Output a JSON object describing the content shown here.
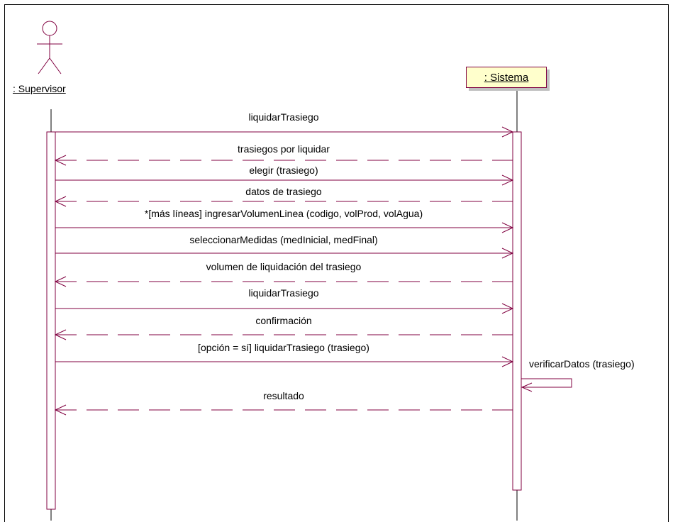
{
  "participants": {
    "supervisor": ": Supervisor",
    "sistema": ": Sistema"
  },
  "messages": [
    {
      "text": "liquidarTrasiego",
      "kind": "call",
      "dir": "right"
    },
    {
      "text": "trasiegos por liquidar",
      "kind": "return",
      "dir": "left"
    },
    {
      "text": "elegir (trasiego)",
      "kind": "call",
      "dir": "right"
    },
    {
      "text": "datos de trasiego",
      "kind": "return",
      "dir": "left"
    },
    {
      "text": "*[más líneas] ingresarVolumenLinea (codigo, volProd, volAgua)",
      "kind": "call",
      "dir": "right"
    },
    {
      "text": "seleccionarMedidas (medInicial, medFinal)",
      "kind": "call",
      "dir": "right"
    },
    {
      "text": "volumen de liquidación del trasiego",
      "kind": "return",
      "dir": "left"
    },
    {
      "text": "liquidarTrasiego",
      "kind": "call",
      "dir": "right"
    },
    {
      "text": "confirmación",
      "kind": "return",
      "dir": "left"
    },
    {
      "text": "[opción = sí] liquidarTrasiego (trasiego)",
      "kind": "call",
      "dir": "right"
    },
    {
      "text": "resultado",
      "kind": "return",
      "dir": "left"
    }
  ],
  "self_message": {
    "text": "verificarDatos (trasiego)"
  },
  "colors": {
    "line": "#800040",
    "box_fill": "#ffffcc"
  }
}
